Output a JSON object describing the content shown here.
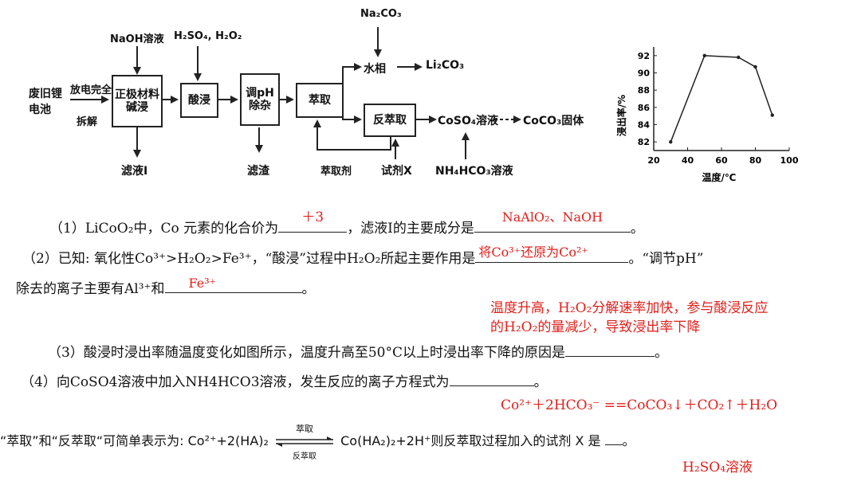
{
  "flow": {
    "top_reagent_1": "NaOH溶液",
    "top_reagent_2": "H₂SO₄, H₂O₂",
    "top_reagent_3": "Na₂CO₃",
    "start_label": "废旧锂电池",
    "arrow_label_1": "放电完全",
    "arrow_label_2": "拆解",
    "box1": "正极材料碱浸",
    "box2": "酸浸",
    "box3": "调pH除杂",
    "box4": "萃取",
    "box5": "反萃取",
    "aqueous_phase": "水相",
    "product_li": "Li₂CO₃",
    "product_co_solution": "CoSO₄溶液",
    "product_co_solid": "CoCO₃固体",
    "bottom_1": "滤液Ⅰ",
    "bottom_2": "滤渣",
    "bottom_3": "萃取剂",
    "bottom_4": "试剂X",
    "bottom_5": "NH₄HCO₃溶液"
  },
  "chart_data": {
    "type": "line",
    "x": [
      30,
      50,
      70,
      80,
      90
    ],
    "y": [
      82,
      92,
      91.8,
      90.7,
      85.1
    ],
    "xlabel": "温度/℃",
    "ylabel": "浸出率/%",
    "xlim": [
      20,
      100
    ],
    "ylim": [
      81,
      93
    ],
    "xticks": [
      "20",
      "40",
      "60",
      "80",
      "100"
    ],
    "yticks": [
      "82",
      "84",
      "86",
      "88",
      "90",
      "92"
    ],
    "grid": false
  },
  "questions": {
    "q1_a": "（1）LiCoO₂中，Co 元素的化合价为",
    "q1_ans1": "＋3",
    "q1_b": "，滤液Ⅰ的主要成分是",
    "q1_ans2": "NaAlO₂、NaOH",
    "q1_c": "。",
    "q2_a": "（2）已知: 氧化性Co³⁺>H₂O₂>Fe³⁺，“酸浸”过程中H₂O₂所起主要作用是",
    "q2_ans1": "将Co³⁺还原为Co²⁺",
    "q2_b": "。“调节pH”",
    "q2_c": "除去的离子主要有Al³⁺和",
    "q2_ans2": "Fe³⁺",
    "q2_d": "。",
    "q3_ans_line1": "温度升高，H₂O₂分解速率加快，参与酸浸反应",
    "q3_ans_line2": "的H₂O₂的量减少，导致浸出率下降",
    "q3_text": "（3）酸浸时浸出率随温度变化如图所示，温度升高至50°C以上时浸出率下降的原因是",
    "q3_end": "。",
    "q4_text": "（4）向CoSO4溶液中加入NH4HCO3溶液，发生反应的离子方程式为",
    "q4_end": "。",
    "q4_ans": "Co²⁺＋2HCO₃⁻ ==CoCO₃↓＋CO₂↑＋H₂O",
    "q5_a": "“萃取”和“反萃取“可简单表示为: Co²⁺+2(HA)₂",
    "q5_over": "萃取",
    "q5_under": "反萃取",
    "q5_b": "Co(HA₂)₂+2H⁺则反萃取过程加入的试剂 X 是",
    "q5_end": "。",
    "q5_ans": "H₂SO₄溶液"
  }
}
